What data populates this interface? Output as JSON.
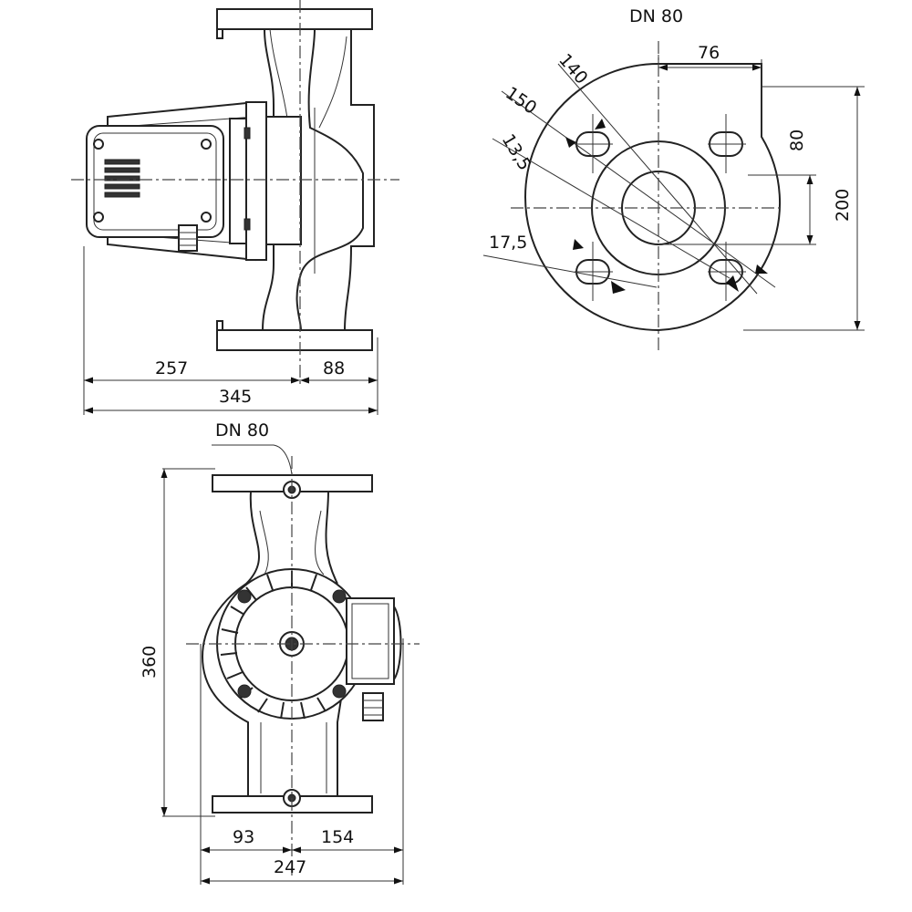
{
  "side_view": {
    "dim_left": "257",
    "dim_right": "88",
    "dim_total": "345"
  },
  "flange_view": {
    "title": "DN 80",
    "dim_offset_h": "76",
    "dim_offset_v": "80",
    "dim_height": "200",
    "dim_bolt_circle": "140",
    "dim_outer": "150",
    "dim_hole_small": "13,5",
    "dim_hole_large": "17,5"
  },
  "front_view": {
    "title": "DN 80",
    "dim_height": "360",
    "dim_left": "93",
    "dim_right": "154",
    "dim_total": "247"
  }
}
